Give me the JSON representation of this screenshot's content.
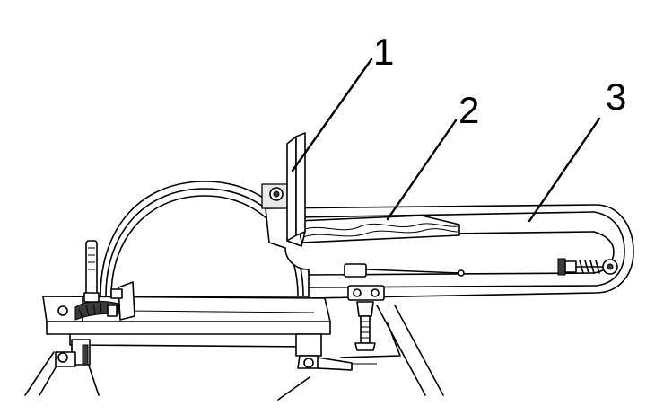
{
  "callouts": [
    {
      "id": "1",
      "label": "1"
    },
    {
      "id": "2",
      "label": "2"
    },
    {
      "id": "3",
      "label": "3"
    }
  ],
  "colors": {
    "line": "#000000",
    "background": "#ffffff",
    "shade": "#e9e9e9"
  }
}
